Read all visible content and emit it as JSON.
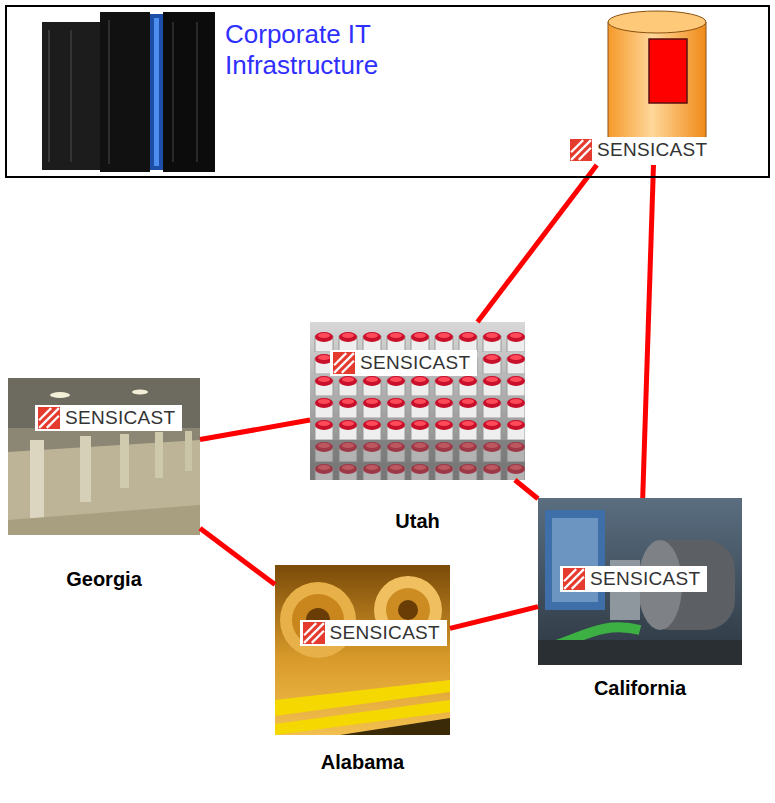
{
  "diagram": {
    "nodes": [
      {
        "text": [
          "Corporate IT Infrastructure"
        ]
      },
      {
        "text": [
          "SENSICAST"
        ],
        "in": 0
      },
      {
        "text": [
          "SENSICAST",
          "Utah"
        ]
      },
      {
        "text": [
          "SENSICAST",
          "Georgia"
        ]
      },
      {
        "text": [
          "SENSICAST",
          "California"
        ]
      },
      {
        "text": [
          "SENSICAST",
          "Alabama"
        ]
      }
    ],
    "edges": [
      {
        "from": 1,
        "to": 2,
        "arrow": "none"
      },
      {
        "from": 1,
        "to": 4,
        "arrow": "none"
      },
      {
        "from": 2,
        "to": 3,
        "arrow": "none"
      },
      {
        "from": 2,
        "to": 4,
        "arrow": "none"
      },
      {
        "from": 3,
        "to": 5,
        "arrow": "none"
      },
      {
        "from": 5,
        "to": 4,
        "arrow": "none"
      }
    ]
  }
}
